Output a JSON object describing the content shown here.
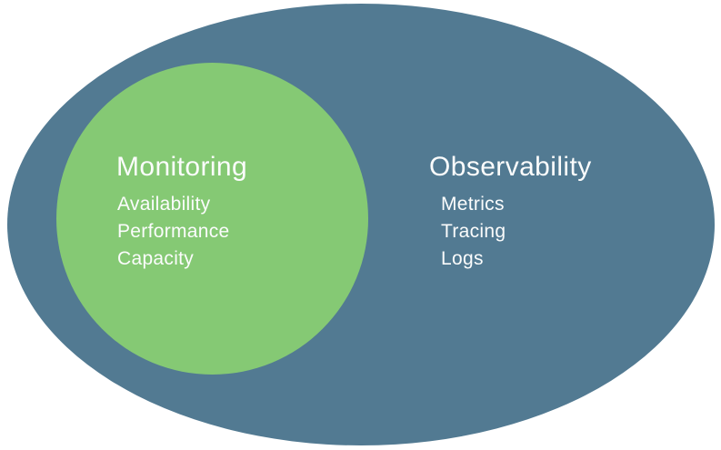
{
  "diagram": {
    "type": "euler-venn",
    "background_color": "#ffffff",
    "text_color": "#FBFCFC",
    "outer_set": {
      "label": "Observability",
      "color": "#527A92",
      "items": [
        "Metrics",
        "Tracing",
        "Logs"
      ]
    },
    "inner_set": {
      "label": "Monitoring",
      "color": "#85C974",
      "items": [
        "Availability",
        "Performance",
        "Capacity"
      ]
    }
  }
}
